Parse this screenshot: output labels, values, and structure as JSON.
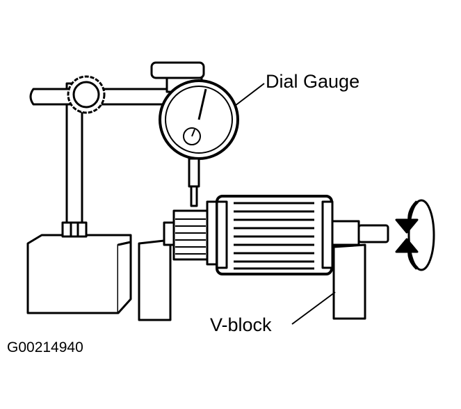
{
  "labels": {
    "dial_gauge": "Dial Gauge",
    "v_block": "V-block"
  },
  "figure_id": "G00214940",
  "colors": {
    "ink": "#000000",
    "paper": "#ffffff"
  }
}
